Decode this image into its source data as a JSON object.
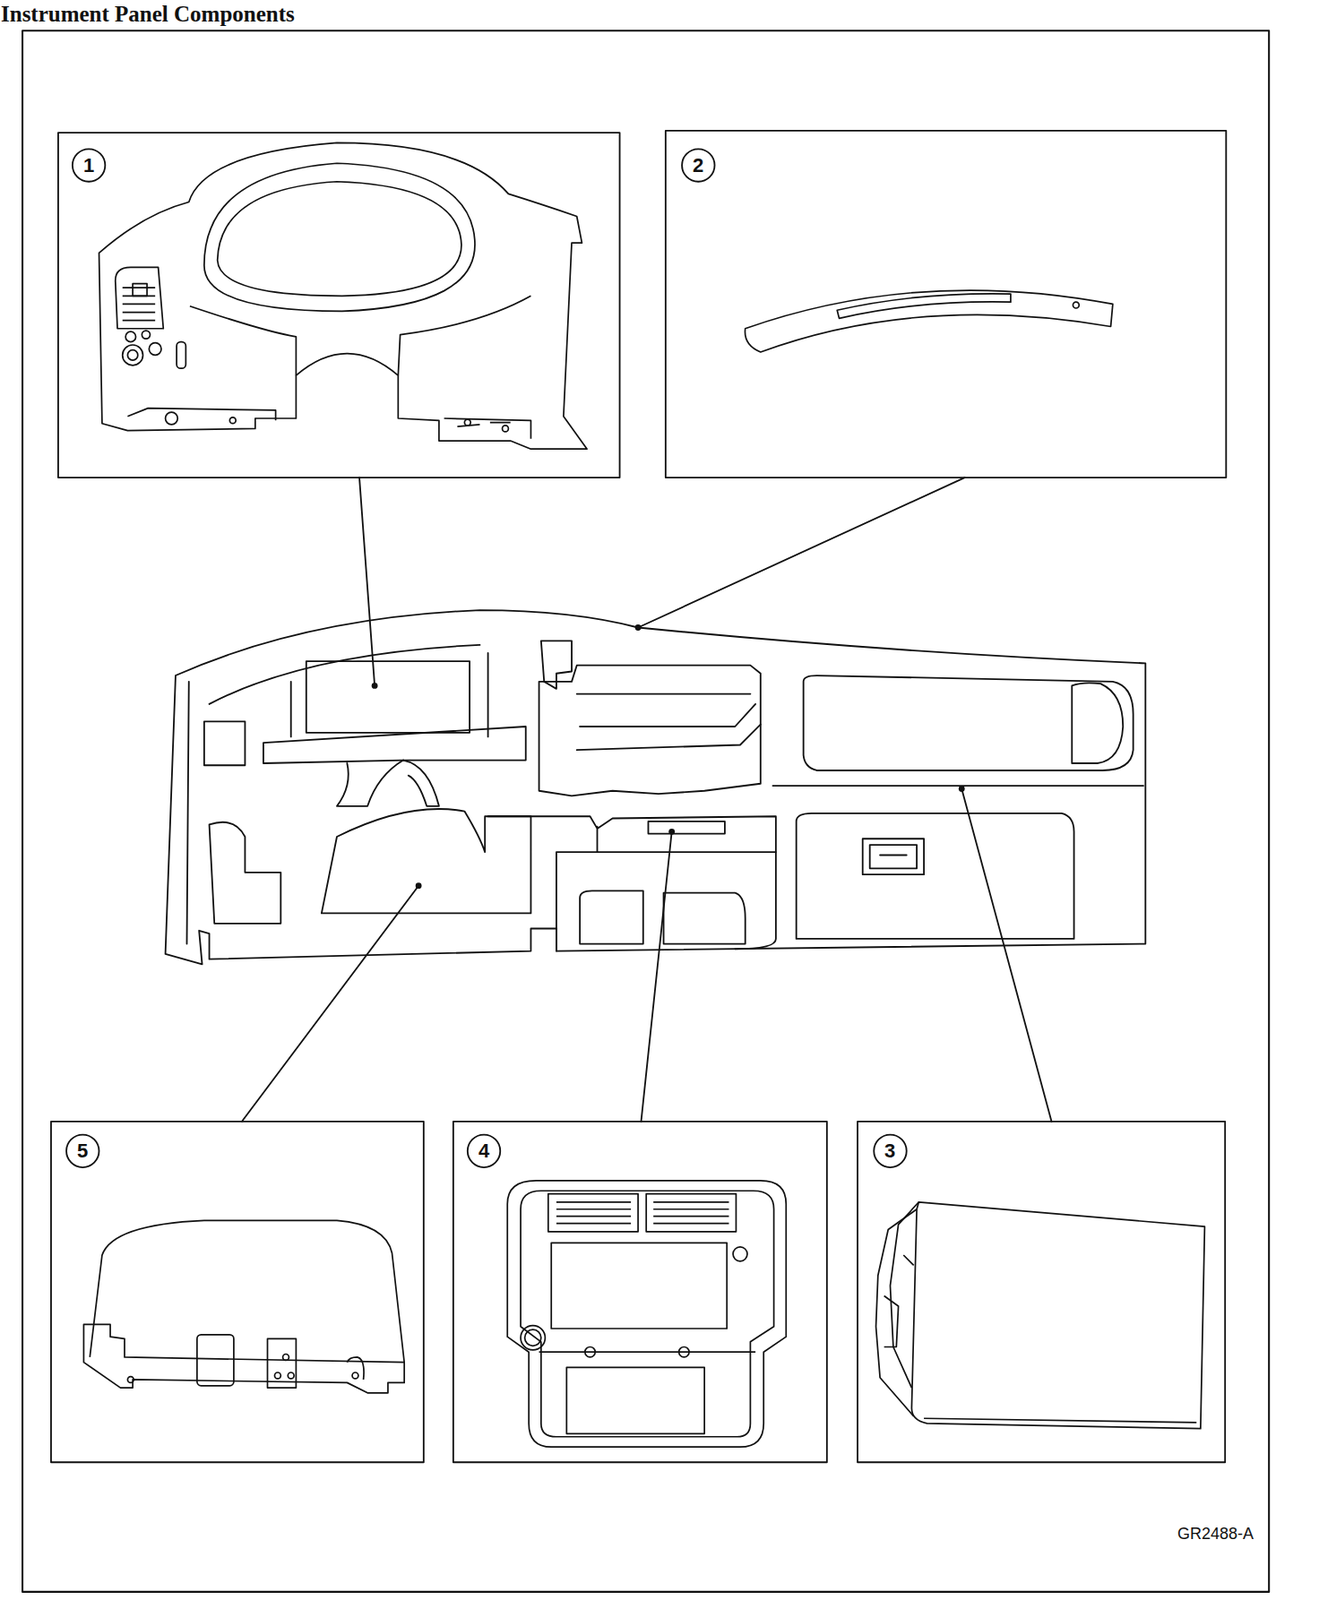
{
  "diagram": {
    "title": "Instrument Panel Components",
    "labels": [
      "1",
      "2",
      "5",
      "4",
      "3",
      "GR2488-A"
    ]
  }
}
